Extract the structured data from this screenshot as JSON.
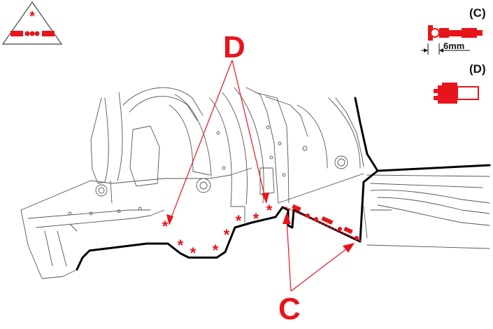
{
  "colors": {
    "accent": "#e8141c",
    "outline": "#000000",
    "panel_line": "#555555"
  },
  "labels": {
    "callout_d": "D",
    "callout_c": "C",
    "key_c": "(C)",
    "key_d": "(D)",
    "dimension": "6mm"
  },
  "symbols": {
    "warning": "warning-triangle-asterisk",
    "asterisk": "asterisk-marker",
    "dash_dot_bead": "sealer-bead-dash-dot"
  }
}
